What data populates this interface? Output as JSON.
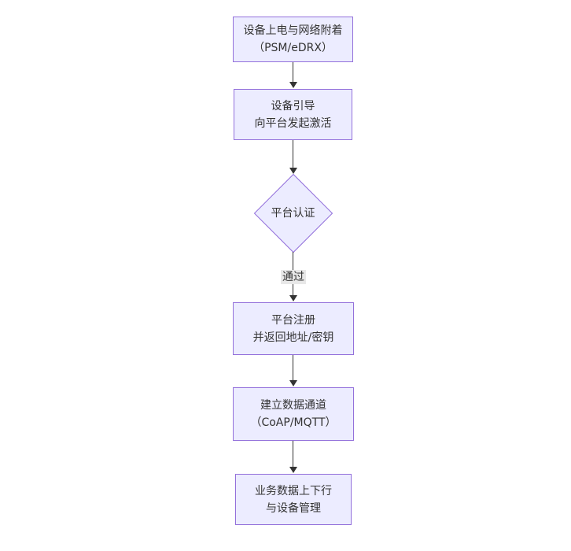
{
  "diagram": {
    "type": "flowchart-vertical",
    "colors": {
      "canvas_bg": "#ffffff",
      "node_fill": "#ECECFF",
      "node_border": "#9370DB",
      "text_color": "#333333",
      "arrow_color": "#333333",
      "edge_label_bg": "#e8e8e8"
    },
    "nodes": [
      {
        "id": "power-attach",
        "shape": "rect",
        "lines": [
          "设备上电与网络附着",
          "（PSM/eDRX）"
        ]
      },
      {
        "id": "bootstrap",
        "shape": "rect",
        "lines": [
          "设备引导",
          "向平台发起激活"
        ]
      },
      {
        "id": "platform-auth",
        "shape": "diamond",
        "lines": [
          "平台认证"
        ]
      },
      {
        "id": "platform-register",
        "shape": "rect",
        "lines": [
          "平台注册",
          "并返回地址/密钥"
        ]
      },
      {
        "id": "data-channel",
        "shape": "rect",
        "lines": [
          "建立数据通道",
          "（CoAP/MQTT）"
        ]
      },
      {
        "id": "business-data",
        "shape": "rect",
        "lines": [
          "业务数据上下行",
          "与设备管理"
        ]
      }
    ],
    "edges": [
      {
        "from": "power-attach",
        "to": "bootstrap",
        "label": ""
      },
      {
        "from": "bootstrap",
        "to": "platform-auth",
        "label": ""
      },
      {
        "from": "platform-auth",
        "to": "platform-register",
        "label": "通过"
      },
      {
        "from": "platform-register",
        "to": "data-channel",
        "label": ""
      },
      {
        "from": "data-channel",
        "to": "business-data",
        "label": ""
      }
    ]
  }
}
